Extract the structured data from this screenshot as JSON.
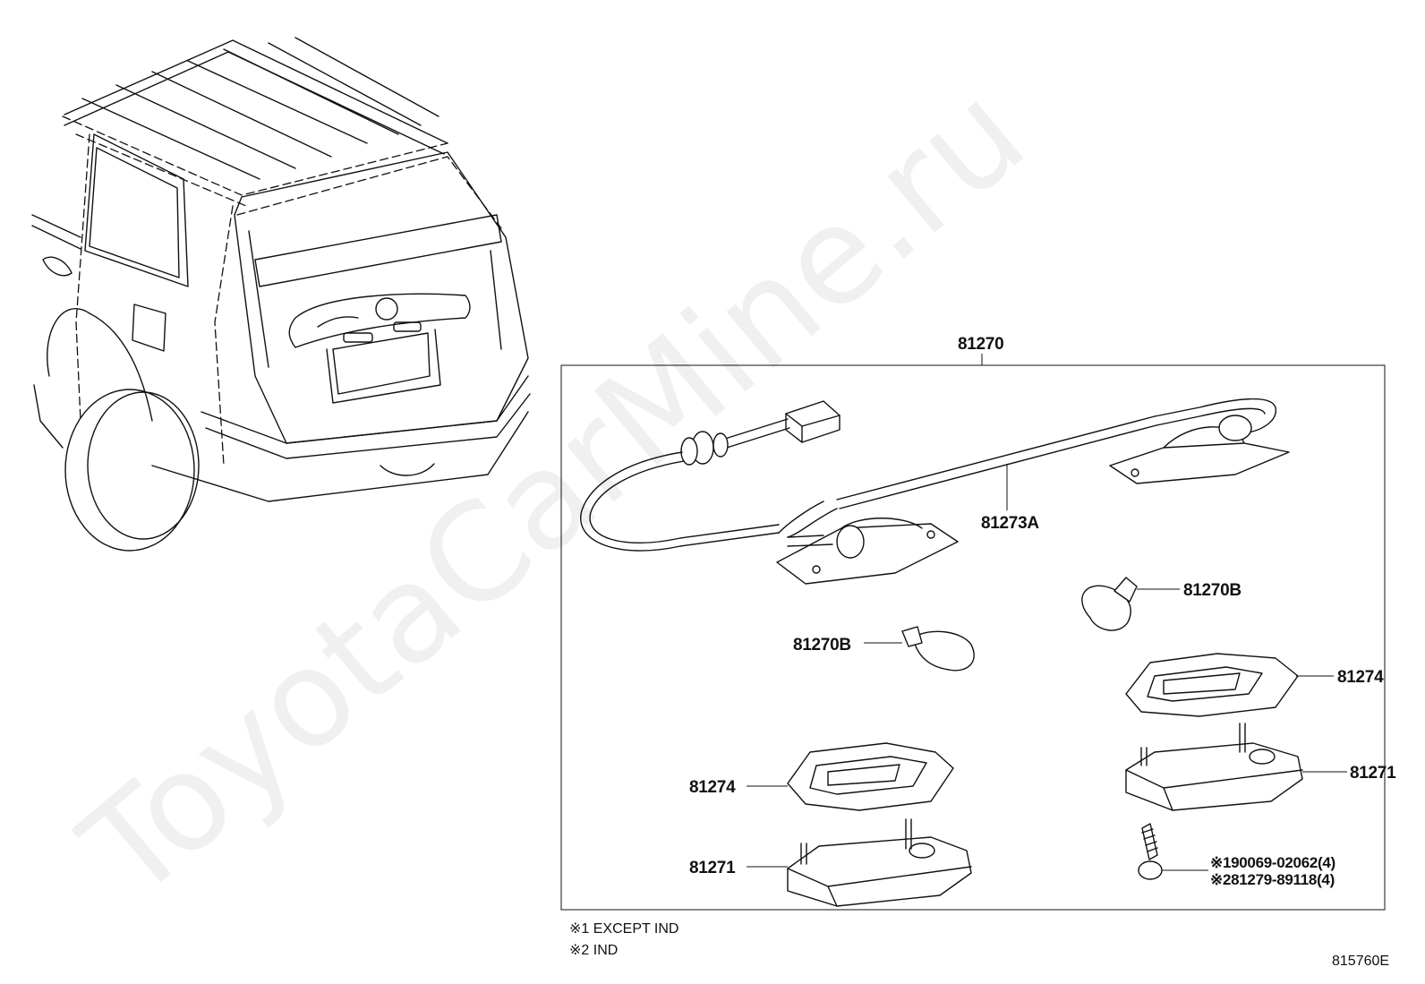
{
  "watermark": "ToyotaCarMine.ru",
  "assembly": {
    "label": "81270"
  },
  "parts": {
    "wire": "81273A",
    "bulb_right": "81270B",
    "bulb_left": "81270B",
    "lens_right": "81274",
    "lens_left": "81274",
    "housing_right": "81271",
    "housing_left": "81271",
    "screw_1": "※190069-02062(4)",
    "screw_2": "※281279-89118(4)"
  },
  "notes": {
    "note_1": "※1 EXCEPT IND",
    "note_2": "※2 IND"
  },
  "figure_code": "815760E"
}
